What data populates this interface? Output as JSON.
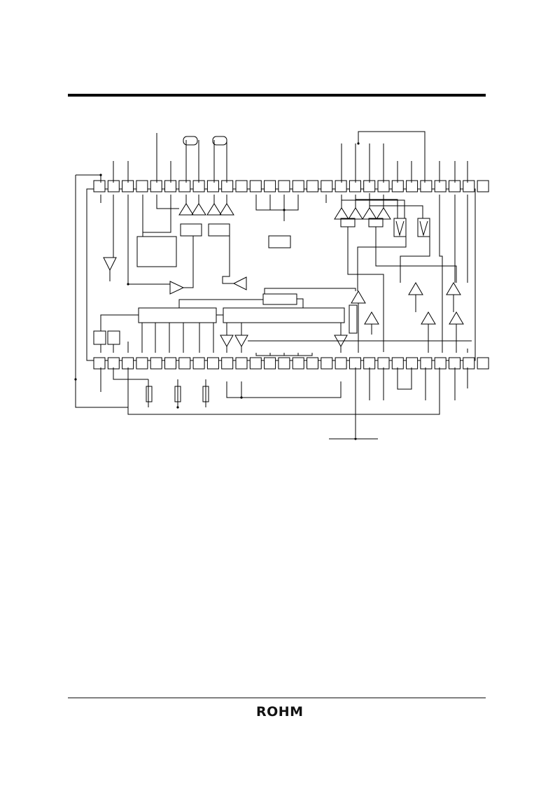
{
  "document": {
    "logo_text": "ROHM"
  },
  "diagram": {
    "type": "block-diagram",
    "pin_rows": {
      "top_count": 28,
      "bottom_count": 28
    },
    "line_color": "#000000",
    "text_labels": []
  }
}
